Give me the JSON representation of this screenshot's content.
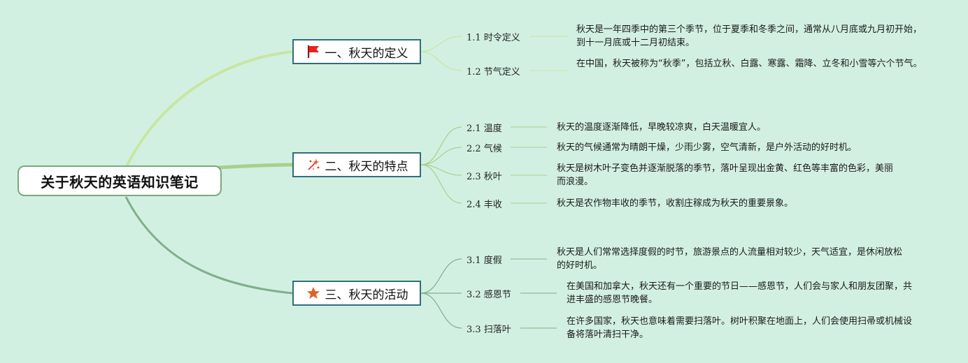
{
  "title": "关于秋天的英语知识笔记",
  "colors": {
    "background": "#d2f0e1",
    "link_branch1": "#c7e6a0",
    "link_branch2": "#a9d08a",
    "link_branch3": "#7fb08a",
    "box_border": "#2f6f7a"
  },
  "branches": [
    {
      "label": "一、秋天的定义",
      "icon": "red-flag-icon",
      "items": [
        {
          "label": "1.1 时令定义",
          "text": "秋天是一年四季中的第三个季节，位于夏季和冬季之间，通常从八月底或九月初开始，到十一月底或十二月初结束。"
        },
        {
          "label": "1.2 节气定义",
          "text": "在中国，秋天被称为“秋季”，包括立秋、白露、寒露、霜降、立冬和小雪等六个节气。"
        }
      ]
    },
    {
      "label": "二、秋天的特点",
      "icon": "sparkle-icon",
      "items": [
        {
          "label": "2.1 温度",
          "text": "秋天的温度逐渐降低，早晚较凉爽，白天温暖宜人。"
        },
        {
          "label": "2.2 气候",
          "text": "秋天的气候通常为晴朗干燥，少雨少雾，空气清新，是户外活动的好时机。"
        },
        {
          "label": "2.3 秋叶",
          "text": "秋天是树木叶子变色并逐渐脱落的季节，落叶呈现出金黄、红色等丰富的色彩，美丽而浪漫。"
        },
        {
          "label": "2.4 丰收",
          "text": "秋天是农作物丰收的季节，收割庄稼成为秋天的重要景象。"
        }
      ]
    },
    {
      "label": "三、秋天的活动",
      "icon": "star-icon",
      "items": [
        {
          "label": "3.1 度假",
          "text": "秋天是人们常常选择度假的时节，旅游景点的人流量相对较少，天气适宜，是休闲放松的好时机。"
        },
        {
          "label": "3.2 感恩节",
          "text": "在美国和加拿大，秋天还有一个重要的节日——感恩节，人们会与家人和朋友团聚，共进丰盛的感恩节晚餐。"
        },
        {
          "label": "3.3 扫落叶",
          "text": "在许多国家，秋天也意味着需要扫落叶。树叶积聚在地面上，人们会使用扫帚或机械设备将落叶清扫干净。"
        }
      ]
    }
  ]
}
